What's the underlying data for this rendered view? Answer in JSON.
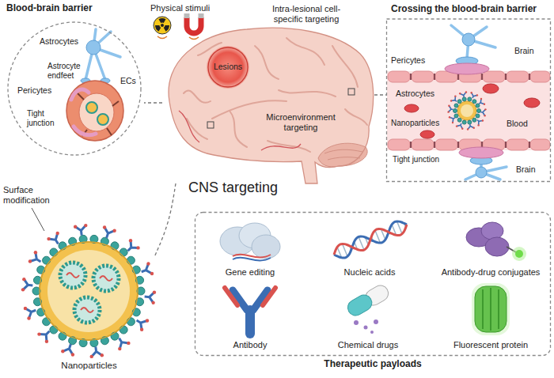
{
  "diagram": {
    "nodes": [
      {
        "text": [
          "Blood-brain barrier"
        ]
      },
      {
        "text": [
          "Intra-lesional cell-specific targeting",
          "Microenvironment targeting"
        ]
      },
      {
        "text": [
          "Lesions"
        ],
        "in": 1
      },
      {
        "text": [
          "Crossing the blood-brain barrier"
        ]
      },
      {
        "text": [
          "Surface modification",
          "Nanoparticles"
        ]
      },
      {
        "text": [
          "Therapeutic payloads"
        ]
      }
    ],
    "edges": [
      {
        "from": 1,
        "to": 0,
        "arrow": "none"
      },
      {
        "from": 1,
        "to": 3,
        "arrow": "none"
      },
      {
        "from": 1,
        "to": 4,
        "arrow": "none"
      }
    ],
    "labels": [
      "Physical stimuli",
      "Astrocytes",
      "Astrocyte endfeet",
      "Pericytes",
      "ECs",
      "Tight junction",
      "CNS targeting",
      "Pericytes",
      "Brain",
      "Astrocytes",
      "Nanoparticles",
      "Blood",
      "Tight junction",
      "Brain",
      "Gene editing",
      "Nucleic acids",
      "Antibody-drug conjugates",
      "Antibody",
      "Chemical drugs",
      "Fluorescent protein"
    ]
  }
}
